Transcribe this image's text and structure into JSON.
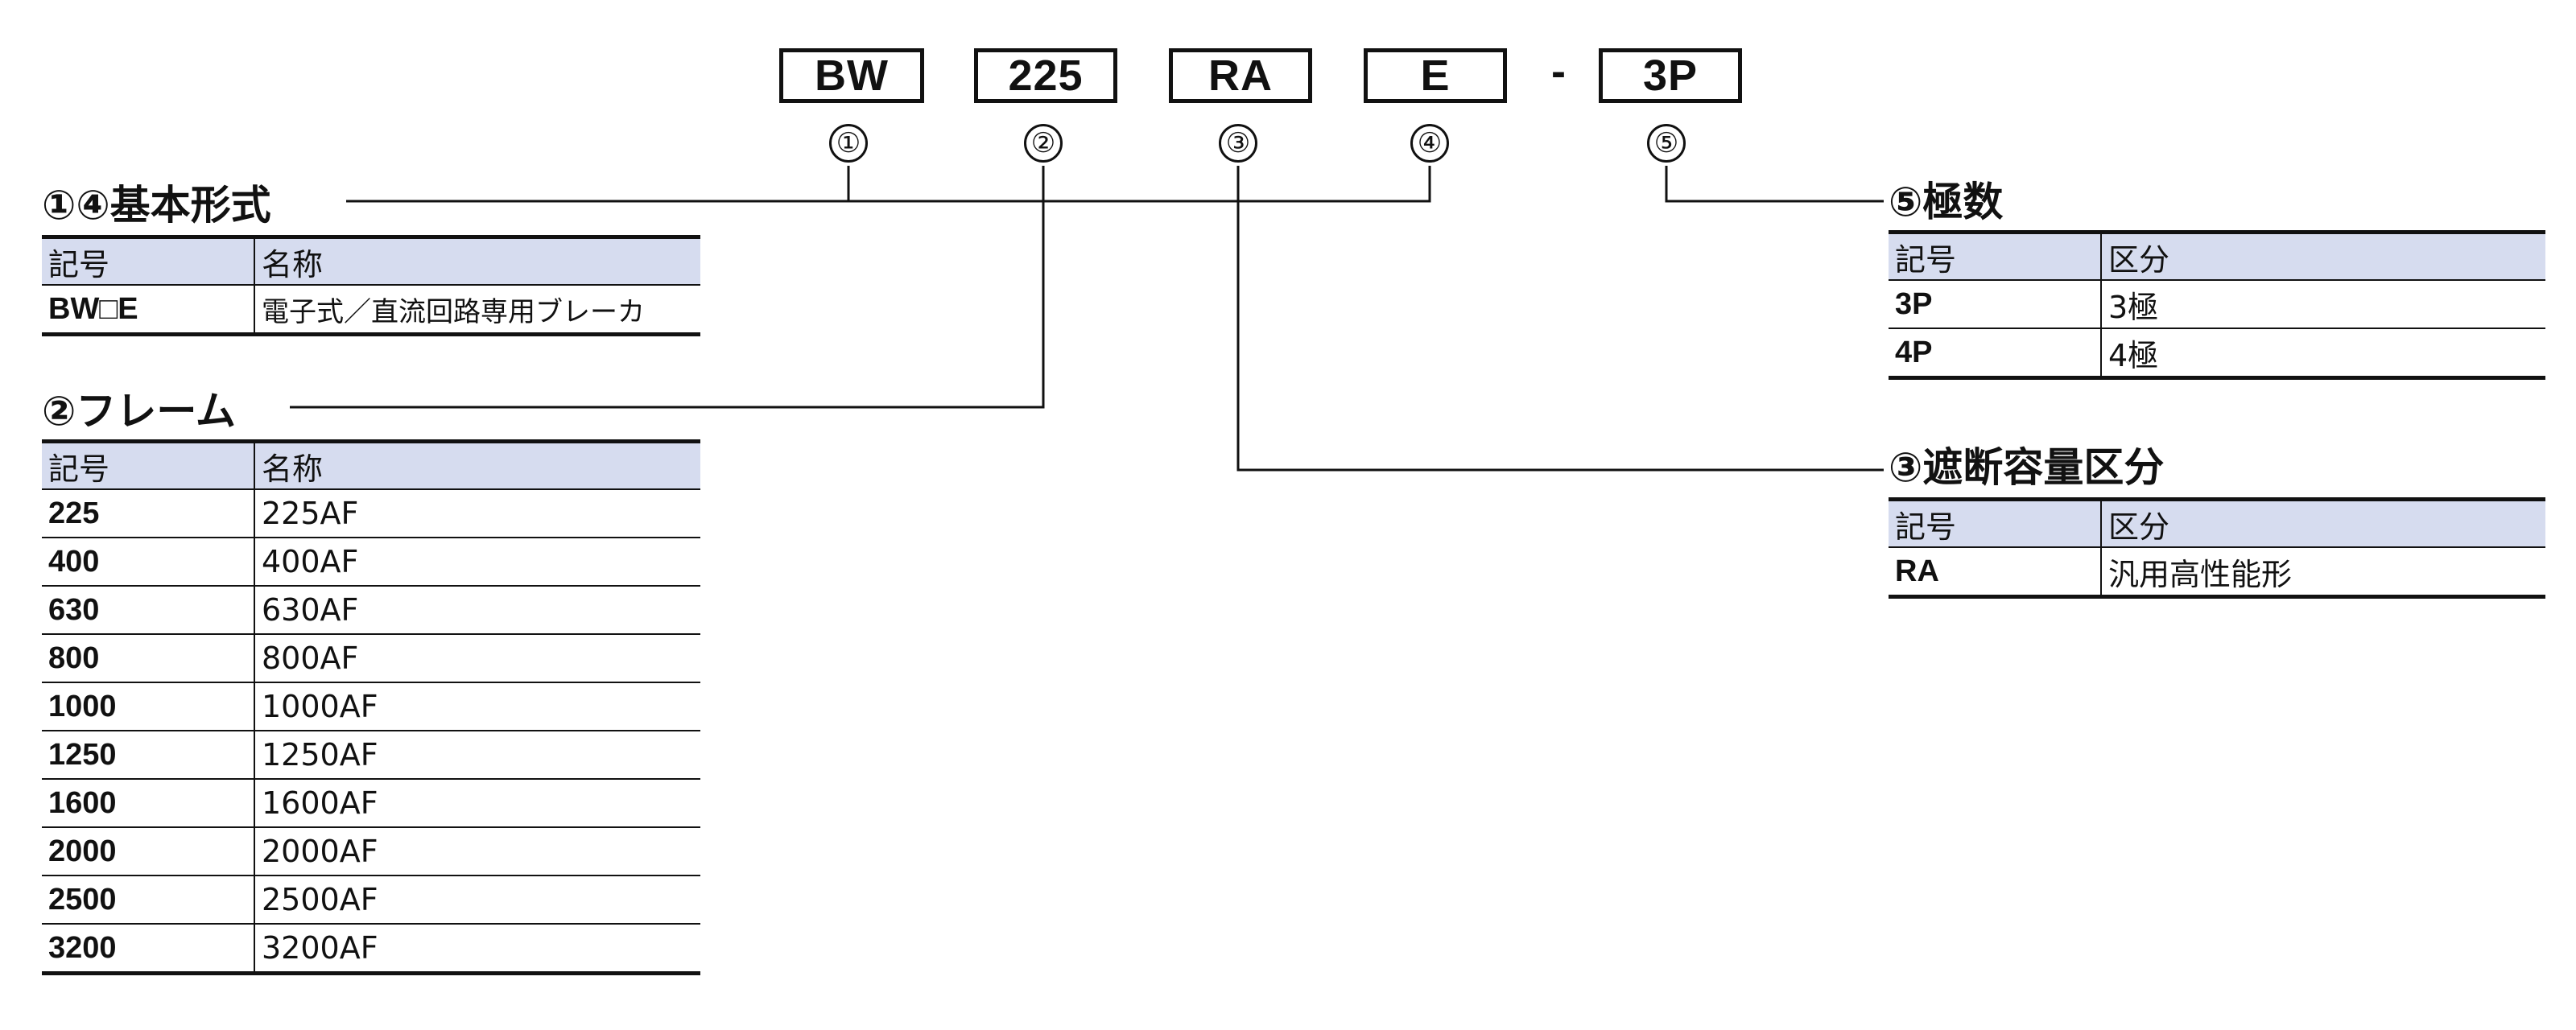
{
  "model_code": {
    "parts": [
      "BW",
      "225",
      "RA",
      "E",
      "3P"
    ],
    "dash": "-",
    "markers": [
      "①",
      "②",
      "③",
      "④",
      "⑤"
    ]
  },
  "sections": {
    "basic_type": {
      "title": "①④基本形式",
      "headers": [
        "記号",
        "名称"
      ],
      "rows": [
        [
          "BW□E",
          "電子式／直流回路専用ブレーカ"
        ]
      ]
    },
    "frame": {
      "title": "②フレーム",
      "headers": [
        "記号",
        "名称"
      ],
      "rows": [
        [
          "225",
          "225AF"
        ],
        [
          "400",
          "400AF"
        ],
        [
          "630",
          "630AF"
        ],
        [
          "800",
          "800AF"
        ],
        [
          "1000",
          "1000AF"
        ],
        [
          "1250",
          "1250AF"
        ],
        [
          "1600",
          "1600AF"
        ],
        [
          "2000",
          "2000AF"
        ],
        [
          "2500",
          "2500AF"
        ],
        [
          "3200",
          "3200AF"
        ]
      ]
    },
    "poles": {
      "title": "⑤極数",
      "headers": [
        "記号",
        "区分"
      ],
      "rows": [
        [
          "3P",
          "3極"
        ],
        [
          "4P",
          "4極"
        ]
      ]
    },
    "breaking_capacity": {
      "title": "③遮断容量区分",
      "headers": [
        "記号",
        "区分"
      ],
      "rows": [
        [
          "RA",
          "汎用高性能形"
        ]
      ]
    }
  }
}
